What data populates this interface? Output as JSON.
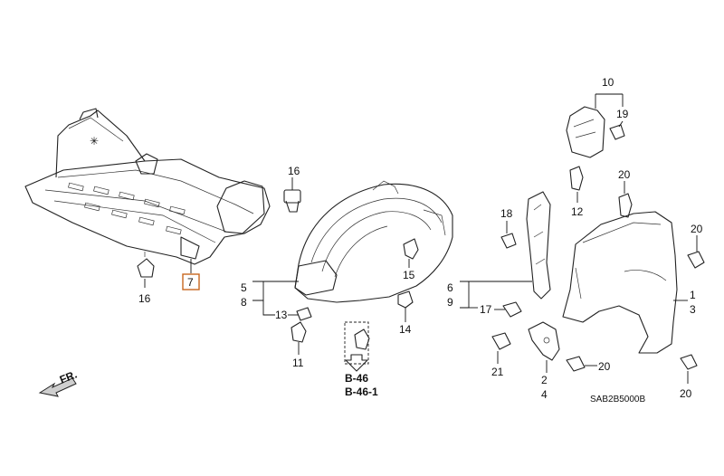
{
  "callouts": {
    "c1": "1",
    "c2": "2",
    "c3": "3",
    "c4": "4",
    "c5": "5",
    "c6": "6",
    "c7": "7",
    "c8": "8",
    "c9": "9",
    "c10": "10",
    "c11": "11",
    "c12": "12",
    "c13": "13",
    "c14": "14",
    "c15": "15",
    "c16a": "16",
    "c16b": "16",
    "c17": "17",
    "c18": "18",
    "c19": "19",
    "c20a": "20",
    "c20b": "20",
    "c20c": "20",
    "c20d": "20",
    "c21": "21"
  },
  "references": {
    "ref1": "B-46",
    "ref2": "B-46-1"
  },
  "direction_label": "FR.",
  "diagram_code": "SAB2B5000B",
  "colors": {
    "highlight_box": "#c8661e",
    "line": "#222222"
  }
}
